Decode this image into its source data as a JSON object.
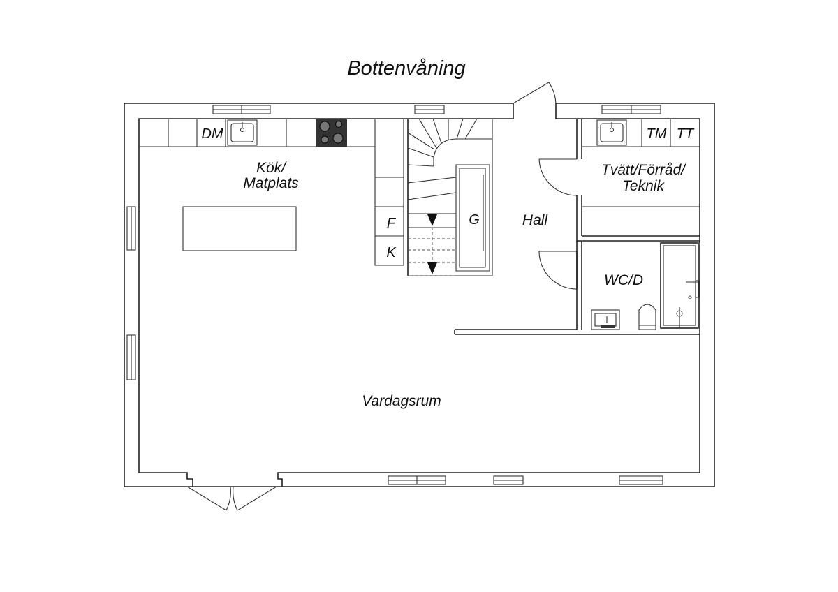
{
  "title": "Bottenvåning",
  "rooms": {
    "kitchen_line1": "Kök/",
    "kitchen_line2": "Matplats",
    "hall": "Hall",
    "laundry_line1": "Tvätt/Förråd/",
    "laundry_line2": "Teknik",
    "wc": "WC/D",
    "living": "Vardagsrum"
  },
  "fixtures": {
    "dishwasher": "DM",
    "fridge": "F",
    "freezer": "K",
    "wardrobe": "G",
    "washing_machine": "TM",
    "tumble_dryer": "TT"
  },
  "colors": {
    "line": "#222222",
    "text": "#111111",
    "background": "#ffffff",
    "hob": "#333333"
  }
}
